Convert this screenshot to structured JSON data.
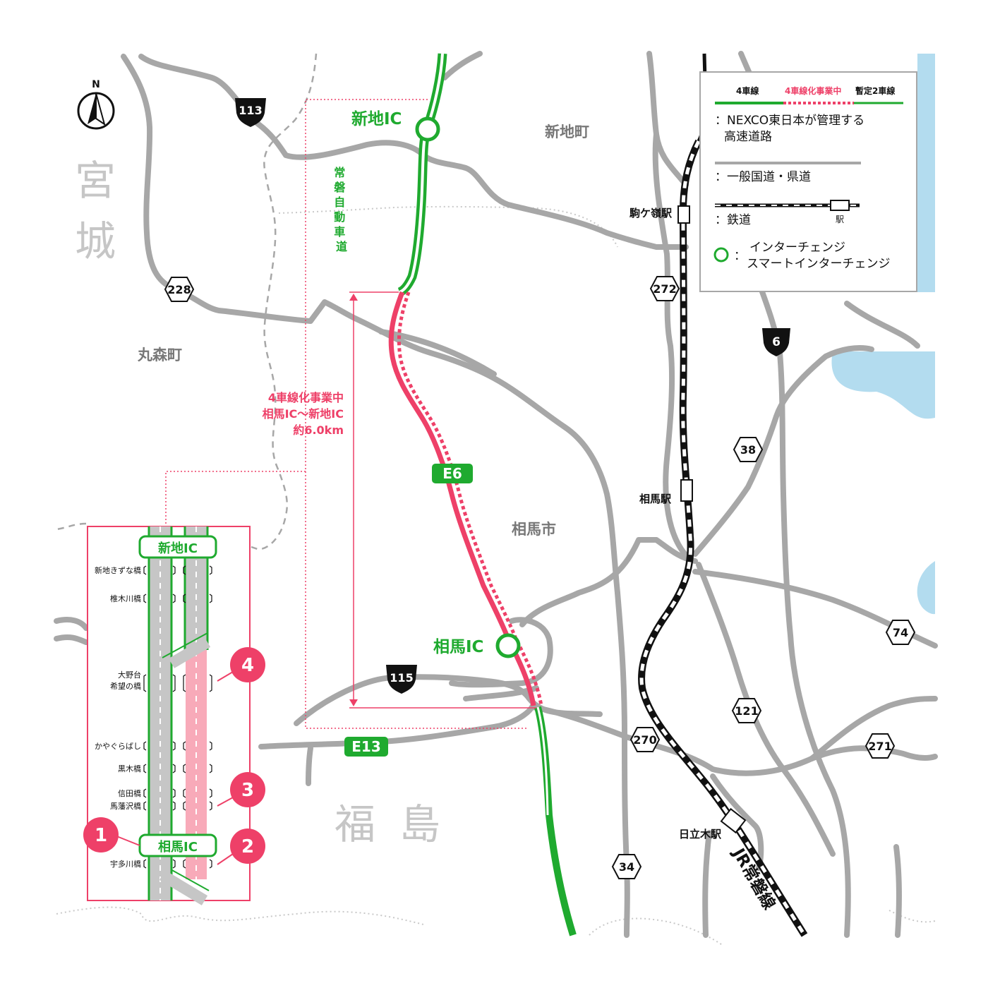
{
  "prefectures": {
    "miyagi": [
      "宮",
      "城"
    ],
    "fukushima": [
      "福",
      "島"
    ]
  },
  "north_label": "N",
  "towns": {
    "shinchi": "新地町",
    "marumori": "丸森町",
    "soma_city": "相馬市"
  },
  "expressway": {
    "name": "常磐自動車道",
    "badge_e6": "E6",
    "badge_e13": "E13"
  },
  "interchanges": {
    "shinchi_ic": "新地IC",
    "soma_ic": "相馬IC"
  },
  "project_note": {
    "line1": "4車線化事業中",
    "line2": "相馬IC〜新地IC",
    "line3": "約6.0km"
  },
  "stations": {
    "komagamine": "駒ケ嶺駅",
    "soma": "相馬駅",
    "nittaki": "日立木駅"
  },
  "railway": {
    "name": "JR常磐線"
  },
  "routes": {
    "r113": "113",
    "r228": "228",
    "r272": "272",
    "r6": "6",
    "r38": "38",
    "r115": "115",
    "r74": "74",
    "r121": "121",
    "r270": "270",
    "r271": "271",
    "r34": "34"
  },
  "legend": {
    "four_lane": "4車線",
    "in_progress": "4車線化事業中",
    "provisional": "暫定2車線",
    "nexco_line1": "：NEXCO東日本が管理する",
    "nexco_line2": "高速道路",
    "general_roads": "：一般国道・県道",
    "railway": "：鉄道",
    "station": "駅",
    "ic_prefix": "：",
    "ic_line1": "インターチェンジ",
    "ic_line2": "スマートインターチェンジ"
  },
  "inset": {
    "top_ic": "新地IC",
    "bottom_ic": "相馬IC",
    "bridges": {
      "b1": "新地きずな橋",
      "b2": "椎木川橋",
      "b3a": "大野台",
      "b3b": "希望の橋",
      "b4": "かやぐらばし",
      "b5": "黒木橋",
      "b6": "信田橋",
      "b7": "馬藩沢橋",
      "b8": "宇多川橋"
    },
    "markers": [
      "1",
      "2",
      "3",
      "4"
    ]
  },
  "colors": {
    "green": "#1faa2f",
    "pink": "#ee4068",
    "road": "#a7a7a7",
    "water": "#b3dcef",
    "label": "#777777"
  }
}
